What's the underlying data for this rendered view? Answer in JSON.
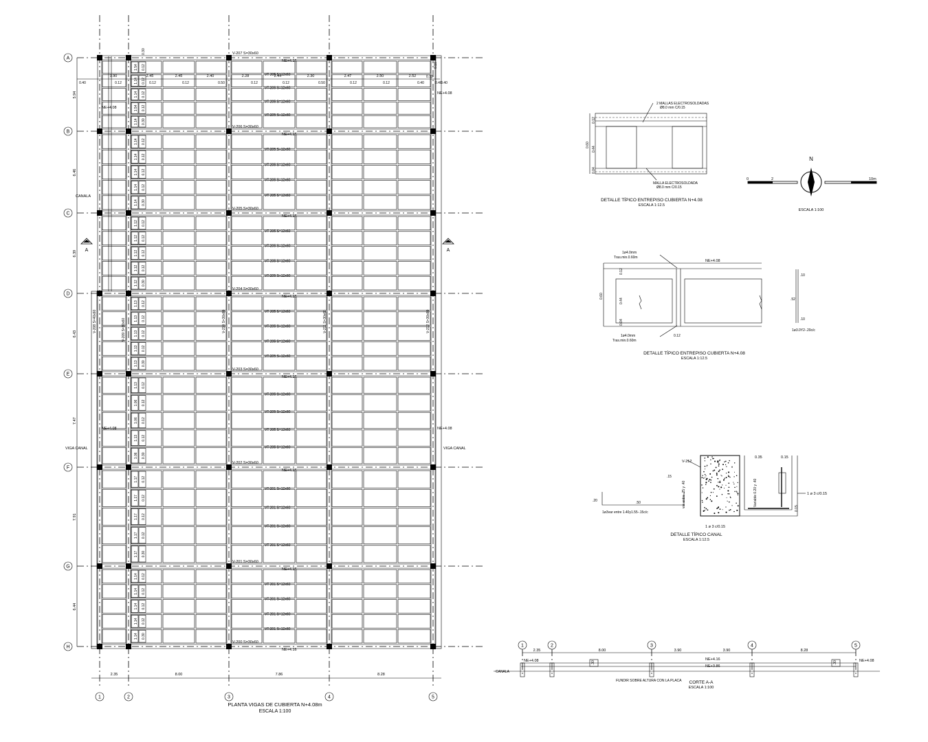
{
  "plan": {
    "title": "PLANTA VIGAS DE CUBIERTA N+4.08m",
    "scale": "ESCALA 1:100",
    "rows": [
      "A",
      "B",
      "C",
      "D",
      "E",
      "F",
      "G",
      "H"
    ],
    "row_dims": [
      "5.94",
      "6.46",
      "6.39",
      "6.43",
      "7.47",
      "7.91",
      "6.44"
    ],
    "cols": [
      "1",
      "2",
      "3",
      "4",
      "5"
    ],
    "col_dims": [
      "2.35",
      "8.00",
      "7.86",
      "8.28"
    ],
    "beam_labels": [
      "V-207 S=30x60",
      "V-206 S=30x60",
      "V-205 S=30x60",
      "V-204 S=30x60",
      "V-203 S=30x60",
      "V-202 S=30x60",
      "V-201 S=30x60",
      "V-200 S=30x60"
    ],
    "vt_label_a": "VT-205 S=12x60",
    "vt_label_b": "VT-201 S=12x60",
    "vertical_beams": [
      "V-208 S=40x60",
      "V-209 S=30x60",
      "V-210 S=30x60",
      "V-211 S=30x60",
      "V-212 S=30x60"
    ],
    "level_mark": "NE+4.16",
    "level_side": "NE+4.08",
    "top_spans": [
      "1.90",
      "2.45",
      "2.45",
      "2.40",
      "2.28",
      "2.44",
      "2.30",
      "2.47",
      "2.50",
      "2.52"
    ],
    "top_small": [
      "0.40",
      "0.12",
      "0.12",
      "0.12",
      "0.50",
      "0.12",
      "0.12",
      "0.50",
      "0.12",
      "0.12",
      "0.40",
      "0.40"
    ],
    "top_extra": [
      "0.30",
      "0.10",
      "0.10",
      "0.40"
    ],
    "strip_vals": [
      "1.54",
      "1.14",
      "1.14",
      "1.14",
      "1.14",
      "1.14",
      "1.12",
      "1.12",
      "1.12",
      "1.13",
      "1.13",
      "1.13",
      "1.13",
      "1.06",
      "1.06",
      "1.17",
      "1.17",
      "1.17",
      "1.14",
      "1.14",
      "1.14"
    ],
    "strip_small": [
      "0.12",
      "0.30"
    ],
    "label_canal": "CANALA",
    "label_viga_canal": "VIGA CANAL",
    "section_mark": "A"
  },
  "detail1": {
    "title": "DETALLE TÍPICO ENTREPISO CUBIERTA N+4.08",
    "scale": "ESCALA 1:12.5",
    "note_top": "2 MALLAS ELECTROSOLDADAS",
    "note_top2": "Ø8.0 mm C/0.15",
    "note_bottom": "MALLA ELECTROSOLDADA",
    "note_bottom2": "Ø8.0 mm C/0.15",
    "dims": [
      "0.12",
      "0.60",
      "0.44",
      "0.04"
    ]
  },
  "north": {
    "label": "N",
    "scale_text": "ESCALA 1:100",
    "start": "0",
    "mid": "2",
    "end": "10m"
  },
  "detail2": {
    "title": "DETALLE TÍPICO ENTREPISO CUBIERTA N+4.08",
    "scale": "ESCALA 1:12.5",
    "level": "NE+4.08",
    "note1": "1ø4.0mm",
    "note1b": "Tras.min.0.60m",
    "note2": "1ø4.0mm",
    "note2b": "Tras.min.0.60m",
    "dims": [
      "0.12",
      "0.60",
      "0.44",
      "0.04",
      "0.12"
    ],
    "side_dims": [
      ".10",
      ".52",
      ".10"
    ],
    "side_note": "1ø3.0Y2-.20c/c"
  },
  "detail3": {
    "title": "DETALLE TÍPICO CANAL",
    "scale": "ESCALA 1:12.5",
    "beam": "V-212",
    "dims": [
      "0.35",
      "0.15",
      ".15",
      ".20",
      ".50",
      "0.15"
    ],
    "note1": "1 ø 3 c/0.15",
    "note2": "1 ø 3 c/0.15",
    "note3": "1ø3var entre 1.40y1.55-.15c/c",
    "note_var": "var entre .25 y .40",
    "note_var2": "Variable 0.20 y .40"
  },
  "section": {
    "title": "CORTE A-A",
    "scale": "ESCALA 1:100",
    "cols": [
      "1",
      "2",
      "3",
      "4",
      "5"
    ],
    "dims": [
      "2.35",
      "8.00",
      "3.90",
      "3.90",
      "8.28"
    ],
    "levels": [
      "NE+4.08",
      "NE+4.16",
      "NE+3.86",
      "NE+4.08"
    ],
    "note": "FUNDIR SOBRE ALTURA CON LA PLACA",
    "canal": "CANALA",
    "vals": [
      ".30",
      ".30"
    ]
  }
}
